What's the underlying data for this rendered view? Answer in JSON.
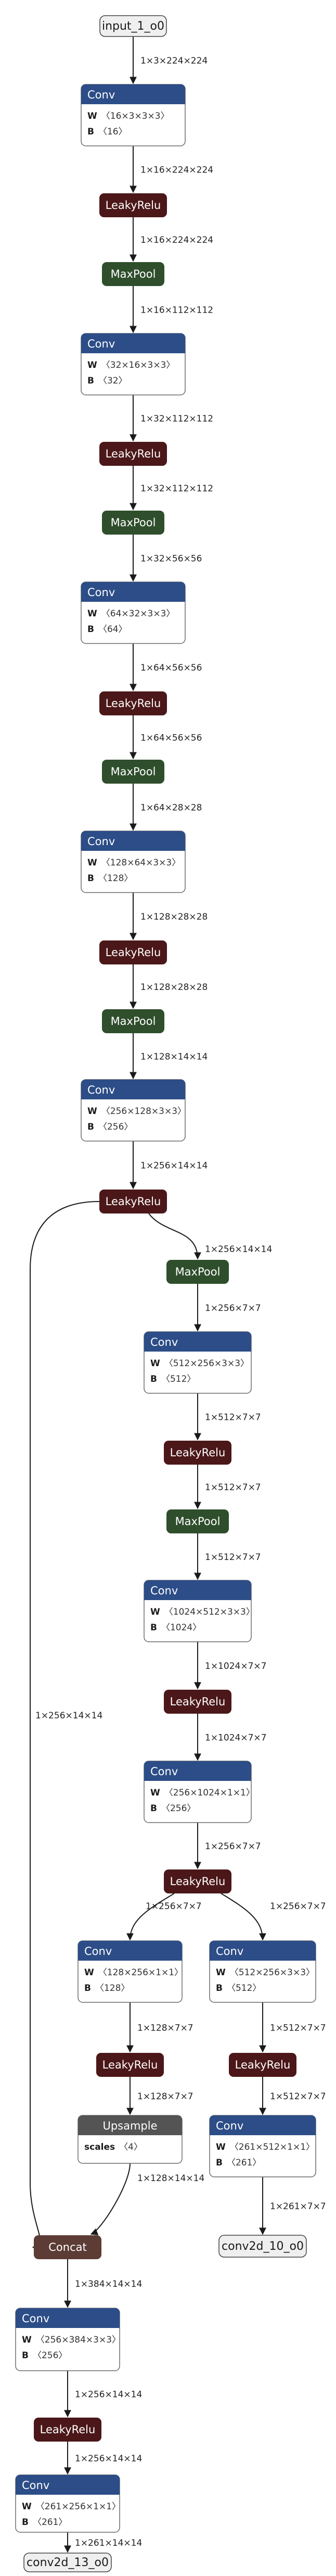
{
  "colors": {
    "conv": "#2c4d87",
    "leakyrelu": "#4b1718",
    "maxpool": "#2f4e2c",
    "upsample": "#545454",
    "concat": "#5c3c35",
    "io": "#efefef"
  },
  "nodes": [
    {
      "id": "input",
      "kind": "io",
      "label": "input_1_o0"
    },
    {
      "id": "conv1",
      "kind": "conv",
      "label": "Conv",
      "attrs": [
        {
          "k": "W",
          "v": "〈16×3×3×3〉"
        },
        {
          "k": "B",
          "v": "〈16〉"
        }
      ]
    },
    {
      "id": "relu1",
      "kind": "leakyrelu",
      "label": "LeakyRelu"
    },
    {
      "id": "pool1",
      "kind": "maxpool",
      "label": "MaxPool"
    },
    {
      "id": "conv2",
      "kind": "conv",
      "label": "Conv",
      "attrs": [
        {
          "k": "W",
          "v": "〈32×16×3×3〉"
        },
        {
          "k": "B",
          "v": "〈32〉"
        }
      ]
    },
    {
      "id": "relu2",
      "kind": "leakyrelu",
      "label": "LeakyRelu"
    },
    {
      "id": "pool2",
      "kind": "maxpool",
      "label": "MaxPool"
    },
    {
      "id": "conv3",
      "kind": "conv",
      "label": "Conv",
      "attrs": [
        {
          "k": "W",
          "v": "〈64×32×3×3〉"
        },
        {
          "k": "B",
          "v": "〈64〉"
        }
      ]
    },
    {
      "id": "relu3",
      "kind": "leakyrelu",
      "label": "LeakyRelu"
    },
    {
      "id": "pool3",
      "kind": "maxpool",
      "label": "MaxPool"
    },
    {
      "id": "conv4",
      "kind": "conv",
      "label": "Conv",
      "attrs": [
        {
          "k": "W",
          "v": "〈128×64×3×3〉"
        },
        {
          "k": "B",
          "v": "〈128〉"
        }
      ]
    },
    {
      "id": "relu4",
      "kind": "leakyrelu",
      "label": "LeakyRelu"
    },
    {
      "id": "pool4",
      "kind": "maxpool",
      "label": "MaxPool"
    },
    {
      "id": "conv5",
      "kind": "conv",
      "label": "Conv",
      "attrs": [
        {
          "k": "W",
          "v": "〈256×128×3×3〉"
        },
        {
          "k": "B",
          "v": "〈256〉"
        }
      ]
    },
    {
      "id": "relu5",
      "kind": "leakyrelu",
      "label": "LeakyRelu"
    },
    {
      "id": "pool5",
      "kind": "maxpool",
      "label": "MaxPool"
    },
    {
      "id": "conv6",
      "kind": "conv",
      "label": "Conv",
      "attrs": [
        {
          "k": "W",
          "v": "〈512×256×3×3〉"
        },
        {
          "k": "B",
          "v": "〈512〉"
        }
      ]
    },
    {
      "id": "relu6",
      "kind": "leakyrelu",
      "label": "LeakyRelu"
    },
    {
      "id": "pool6",
      "kind": "maxpool",
      "label": "MaxPool"
    },
    {
      "id": "conv7",
      "kind": "conv",
      "label": "Conv",
      "attrs": [
        {
          "k": "W",
          "v": "〈1024×512×3×3〉"
        },
        {
          "k": "B",
          "v": "〈1024〉"
        }
      ]
    },
    {
      "id": "relu7",
      "kind": "leakyrelu",
      "label": "LeakyRelu"
    },
    {
      "id": "conv8",
      "kind": "conv",
      "label": "Conv",
      "attrs": [
        {
          "k": "W",
          "v": "〈256×1024×1×1〉"
        },
        {
          "k": "B",
          "v": "〈256〉"
        }
      ]
    },
    {
      "id": "relu8",
      "kind": "leakyrelu",
      "label": "LeakyRelu"
    },
    {
      "id": "conv9",
      "kind": "conv",
      "label": "Conv",
      "attrs": [
        {
          "k": "W",
          "v": "〈128×256×1×1〉"
        },
        {
          "k": "B",
          "v": "〈128〉"
        }
      ]
    },
    {
      "id": "conv10",
      "kind": "conv",
      "label": "Conv",
      "attrs": [
        {
          "k": "W",
          "v": "〈512×256×3×3〉"
        },
        {
          "k": "B",
          "v": "〈512〉"
        }
      ]
    },
    {
      "id": "relu9",
      "kind": "leakyrelu",
      "label": "LeakyRelu"
    },
    {
      "id": "relu10",
      "kind": "leakyrelu",
      "label": "LeakyRelu"
    },
    {
      "id": "upsample",
      "kind": "upsample",
      "label": "Upsample",
      "attrs": [
        {
          "k": "scales",
          "v": "〈4〉"
        }
      ]
    },
    {
      "id": "conv11",
      "kind": "conv",
      "label": "Conv",
      "attrs": [
        {
          "k": "W",
          "v": "〈261×512×1×1〉"
        },
        {
          "k": "B",
          "v": "〈261〉"
        }
      ]
    },
    {
      "id": "out1",
      "kind": "io",
      "label": "conv2d_10_o0"
    },
    {
      "id": "concat",
      "kind": "concat",
      "label": "Concat"
    },
    {
      "id": "conv12",
      "kind": "conv",
      "label": "Conv",
      "attrs": [
        {
          "k": "W",
          "v": "〈256×384×3×3〉"
        },
        {
          "k": "B",
          "v": "〈256〉"
        }
      ]
    },
    {
      "id": "relu11",
      "kind": "leakyrelu",
      "label": "LeakyRelu"
    },
    {
      "id": "conv13",
      "kind": "conv",
      "label": "Conv",
      "attrs": [
        {
          "k": "W",
          "v": "〈261×256×1×1〉"
        },
        {
          "k": "B",
          "v": "〈261〉"
        }
      ]
    },
    {
      "id": "out2",
      "kind": "io",
      "label": "conv2d_13_o0"
    }
  ],
  "edges": [
    {
      "from": "input",
      "to": "conv1",
      "label": "1×3×224×224"
    },
    {
      "from": "conv1",
      "to": "relu1",
      "label": "1×16×224×224"
    },
    {
      "from": "relu1",
      "to": "pool1",
      "label": "1×16×224×224"
    },
    {
      "from": "pool1",
      "to": "conv2",
      "label": "1×16×112×112"
    },
    {
      "from": "conv2",
      "to": "relu2",
      "label": "1×32×112×112"
    },
    {
      "from": "relu2",
      "to": "pool2",
      "label": "1×32×112×112"
    },
    {
      "from": "pool2",
      "to": "conv3",
      "label": "1×32×56×56"
    },
    {
      "from": "conv3",
      "to": "relu3",
      "label": "1×64×56×56"
    },
    {
      "from": "relu3",
      "to": "pool3",
      "label": "1×64×56×56"
    },
    {
      "from": "pool3",
      "to": "conv4",
      "label": "1×64×28×28"
    },
    {
      "from": "conv4",
      "to": "relu4",
      "label": "1×128×28×28"
    },
    {
      "from": "relu4",
      "to": "pool4",
      "label": "1×128×28×28"
    },
    {
      "from": "pool4",
      "to": "conv5",
      "label": "1×128×14×14"
    },
    {
      "from": "conv5",
      "to": "relu5",
      "label": "1×256×14×14"
    },
    {
      "from": "relu5",
      "to": "pool5",
      "label": "1×256×14×14"
    },
    {
      "from": "relu5",
      "to": "concat",
      "label": "1×256×14×14"
    },
    {
      "from": "pool5",
      "to": "conv6",
      "label": "1×256×7×7"
    },
    {
      "from": "conv6",
      "to": "relu6",
      "label": "1×512×7×7"
    },
    {
      "from": "relu6",
      "to": "pool6",
      "label": "1×512×7×7"
    },
    {
      "from": "pool6",
      "to": "conv7",
      "label": "1×512×7×7"
    },
    {
      "from": "conv7",
      "to": "relu7",
      "label": "1×1024×7×7"
    },
    {
      "from": "relu7",
      "to": "conv8",
      "label": "1×1024×7×7"
    },
    {
      "from": "conv8",
      "to": "relu8",
      "label": "1×256×7×7"
    },
    {
      "from": "relu8",
      "to": "conv9",
      "label": "1×256×7×7"
    },
    {
      "from": "relu8",
      "to": "conv10",
      "label": "1×256×7×7"
    },
    {
      "from": "conv9",
      "to": "relu9",
      "label": "1×128×7×7"
    },
    {
      "from": "relu9",
      "to": "upsample",
      "label": "1×128×7×7"
    },
    {
      "from": "conv10",
      "to": "relu10",
      "label": "1×512×7×7"
    },
    {
      "from": "relu10",
      "to": "conv11",
      "label": "1×512×7×7"
    },
    {
      "from": "conv11",
      "to": "out1",
      "label": "1×261×7×7"
    },
    {
      "from": "upsample",
      "to": "concat",
      "label": "1×128×14×14"
    },
    {
      "from": "concat",
      "to": "conv12",
      "label": "1×384×14×14"
    },
    {
      "from": "conv12",
      "to": "relu11",
      "label": "1×256×14×14"
    },
    {
      "from": "relu11",
      "to": "conv13",
      "label": "1×256×14×14"
    },
    {
      "from": "conv13",
      "to": "out2",
      "label": "1×261×14×14"
    }
  ]
}
